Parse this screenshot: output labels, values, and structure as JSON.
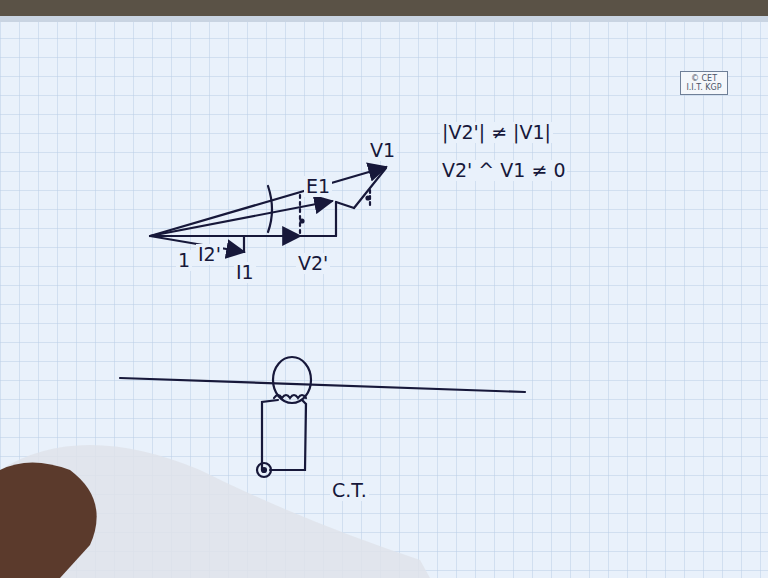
{
  "diagram": {
    "nodes": [
      {
        "text": [
          "© CET I.I.T. KGP"
        ]
      }
    ],
    "labels": [
      "V1",
      "E1",
      "I2'",
      "I1",
      "1",
      "V2'",
      "|V2'| ≠ |V1|",
      "V2' ^ V1 ≠ 0",
      "C.T."
    ]
  }
}
